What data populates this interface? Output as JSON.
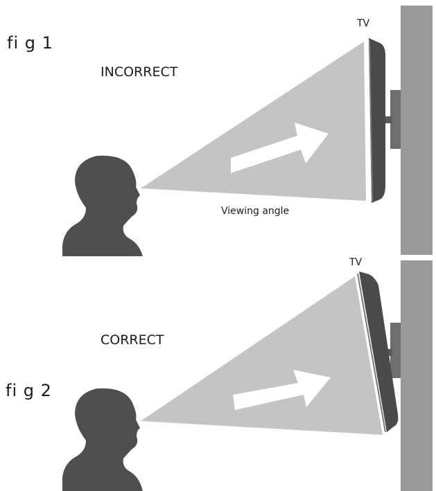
{
  "fig1": {
    "label": "fi g 1",
    "heading": "INCORRECT",
    "tv_label": "TV",
    "caption": "Viewing angle"
  },
  "fig2": {
    "label": "fi g 2",
    "heading": "CORRECT",
    "tv_label": "TV"
  },
  "colors": {
    "wall": "#9a9a9a",
    "head": "#4f4f4f",
    "cone": "#c4c4c4",
    "arrow": "#ffffff",
    "tv": "#4a4a4a",
    "tv_edge": "#7a7a7a",
    "mount": "#6e6e6e"
  }
}
